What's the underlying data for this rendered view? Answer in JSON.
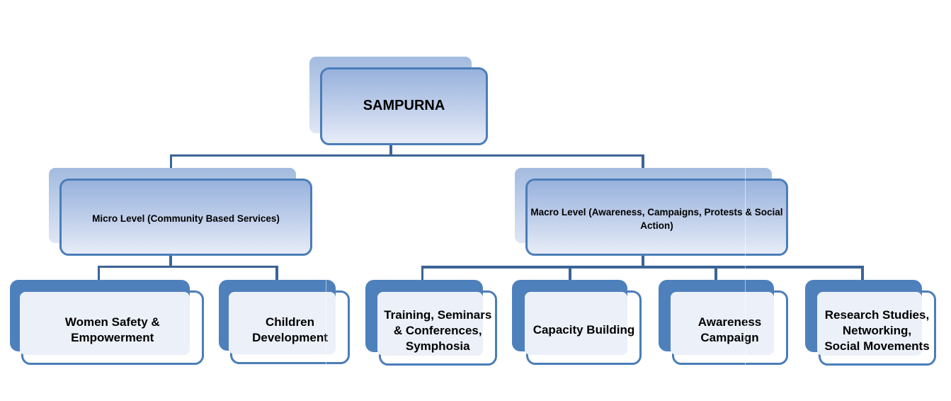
{
  "diagram": {
    "type": "org-chart",
    "root": {
      "label": "SAMPURNA",
      "lines": "SAMPURNA"
    },
    "level2": {
      "micro": {
        "label": "Micro Level (Community Based Services)",
        "lines": "Micro Level (Community Based Services)"
      },
      "macro": {
        "label": "Macro Level (Awareness, Campaigns, Protests & Social Action)",
        "lines": "Macro Level (Awareness, Campaigns, Protests & Social\nAction)"
      }
    },
    "level3": {
      "women": {
        "label": "Women Safety & Empowerment",
        "lines": "Women Safety &\nEmpowerment",
        "parent": "micro"
      },
      "children": {
        "label": "Children Development",
        "lines": "Children\nDevelopment",
        "parent": "micro"
      },
      "training": {
        "label": "Training, Seminars & Conferences, Symphosia",
        "lines": "Training, Seminars\n& Conferences,\nSymphosia",
        "parent": "macro"
      },
      "capacity": {
        "label": "Capacity Building",
        "lines": "Capacity Building",
        "parent": "macro"
      },
      "awareness": {
        "label": "Awareness Campaign",
        "lines": "Awareness\nCampaign",
        "parent": "macro"
      },
      "research": {
        "label": "Research Studies, Networking, Social Movements",
        "lines": "Research Studies,\nNetworking,\nSocial Movements",
        "parent": "macro"
      }
    }
  },
  "colors": {
    "page_bg": "#ffffff",
    "border": "#4b7db9",
    "connector": "#3c6496",
    "dark_fill": "#4e80bc",
    "panel_fill": "#ecf0f8",
    "grad_top": "#98b2dc",
    "grad_mid": "#c0cfea",
    "grad_bottom": "#e7ecf8",
    "shadow_top": "#a3bbdf",
    "shadow_bottom": "#dfe6f4",
    "text": "#000000"
  }
}
